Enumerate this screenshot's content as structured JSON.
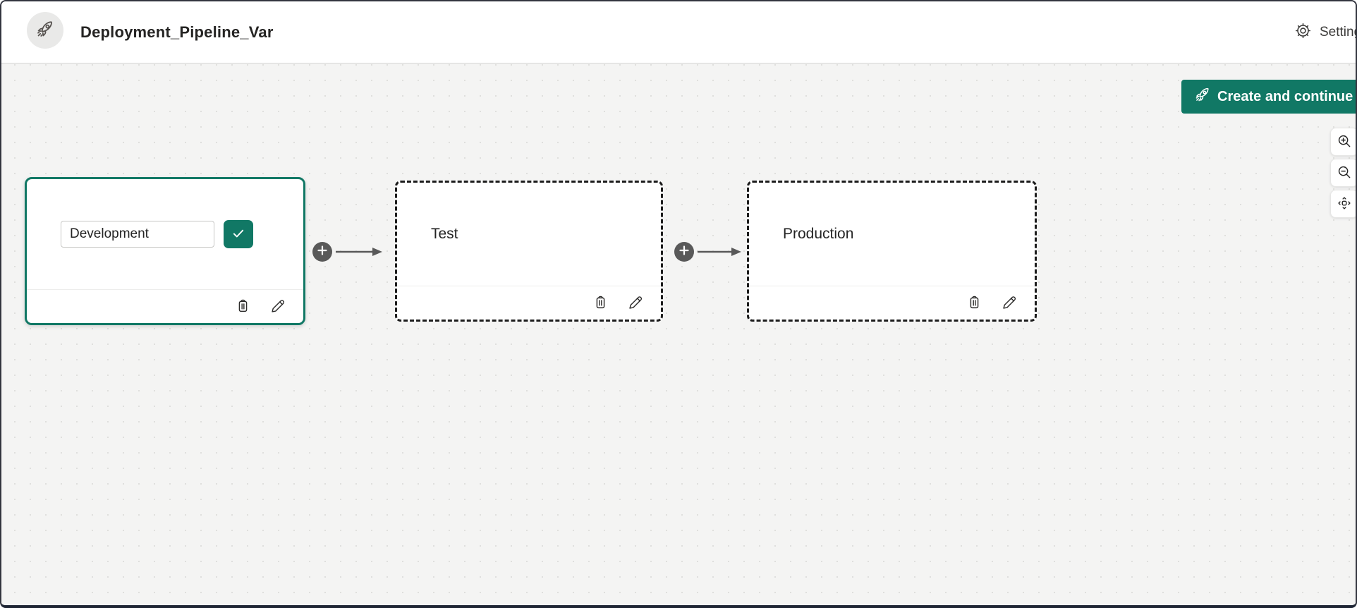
{
  "header": {
    "title": "Deployment_Pipeline_Var",
    "settings_label": "Settings",
    "app_icon": "rocket-icon",
    "settings_icon": "gear-icon"
  },
  "toolbar": {
    "create_button": {
      "label": "Create and continue",
      "icon": "rocket-icon",
      "color": "#117865"
    }
  },
  "canvas": {
    "zoom_controls": [
      {
        "name": "zoom-in",
        "icon": "magnifier-plus-icon"
      },
      {
        "name": "zoom-out",
        "icon": "magnifier-minus-icon"
      },
      {
        "name": "fit-to-screen",
        "icon": "fit-screen-icon"
      }
    ],
    "stages": {
      "development": {
        "state": "editing",
        "input_value": "Development",
        "confirm_icon": "checkmark-icon",
        "action_icons": [
          "trash-icon",
          "pencil-icon"
        ],
        "border_color": "#117865"
      },
      "test": {
        "label": "Test",
        "state": "placeholder",
        "action_icons": [
          "trash-icon",
          "pencil-icon"
        ]
      },
      "production": {
        "label": "Production",
        "state": "placeholder",
        "action_icons": [
          "trash-icon",
          "pencil-icon"
        ]
      }
    },
    "connectors": [
      {
        "icon": "plus-icon",
        "arrow": "right"
      },
      {
        "icon": "plus-icon",
        "arrow": "right"
      }
    ]
  },
  "colors": {
    "accent_teal": "#117865",
    "canvas_background": "#f4f4f3",
    "dot_grid": "#dfdfdd",
    "connector_gray": "#595959",
    "dashed_border": "#1c1c1c"
  }
}
